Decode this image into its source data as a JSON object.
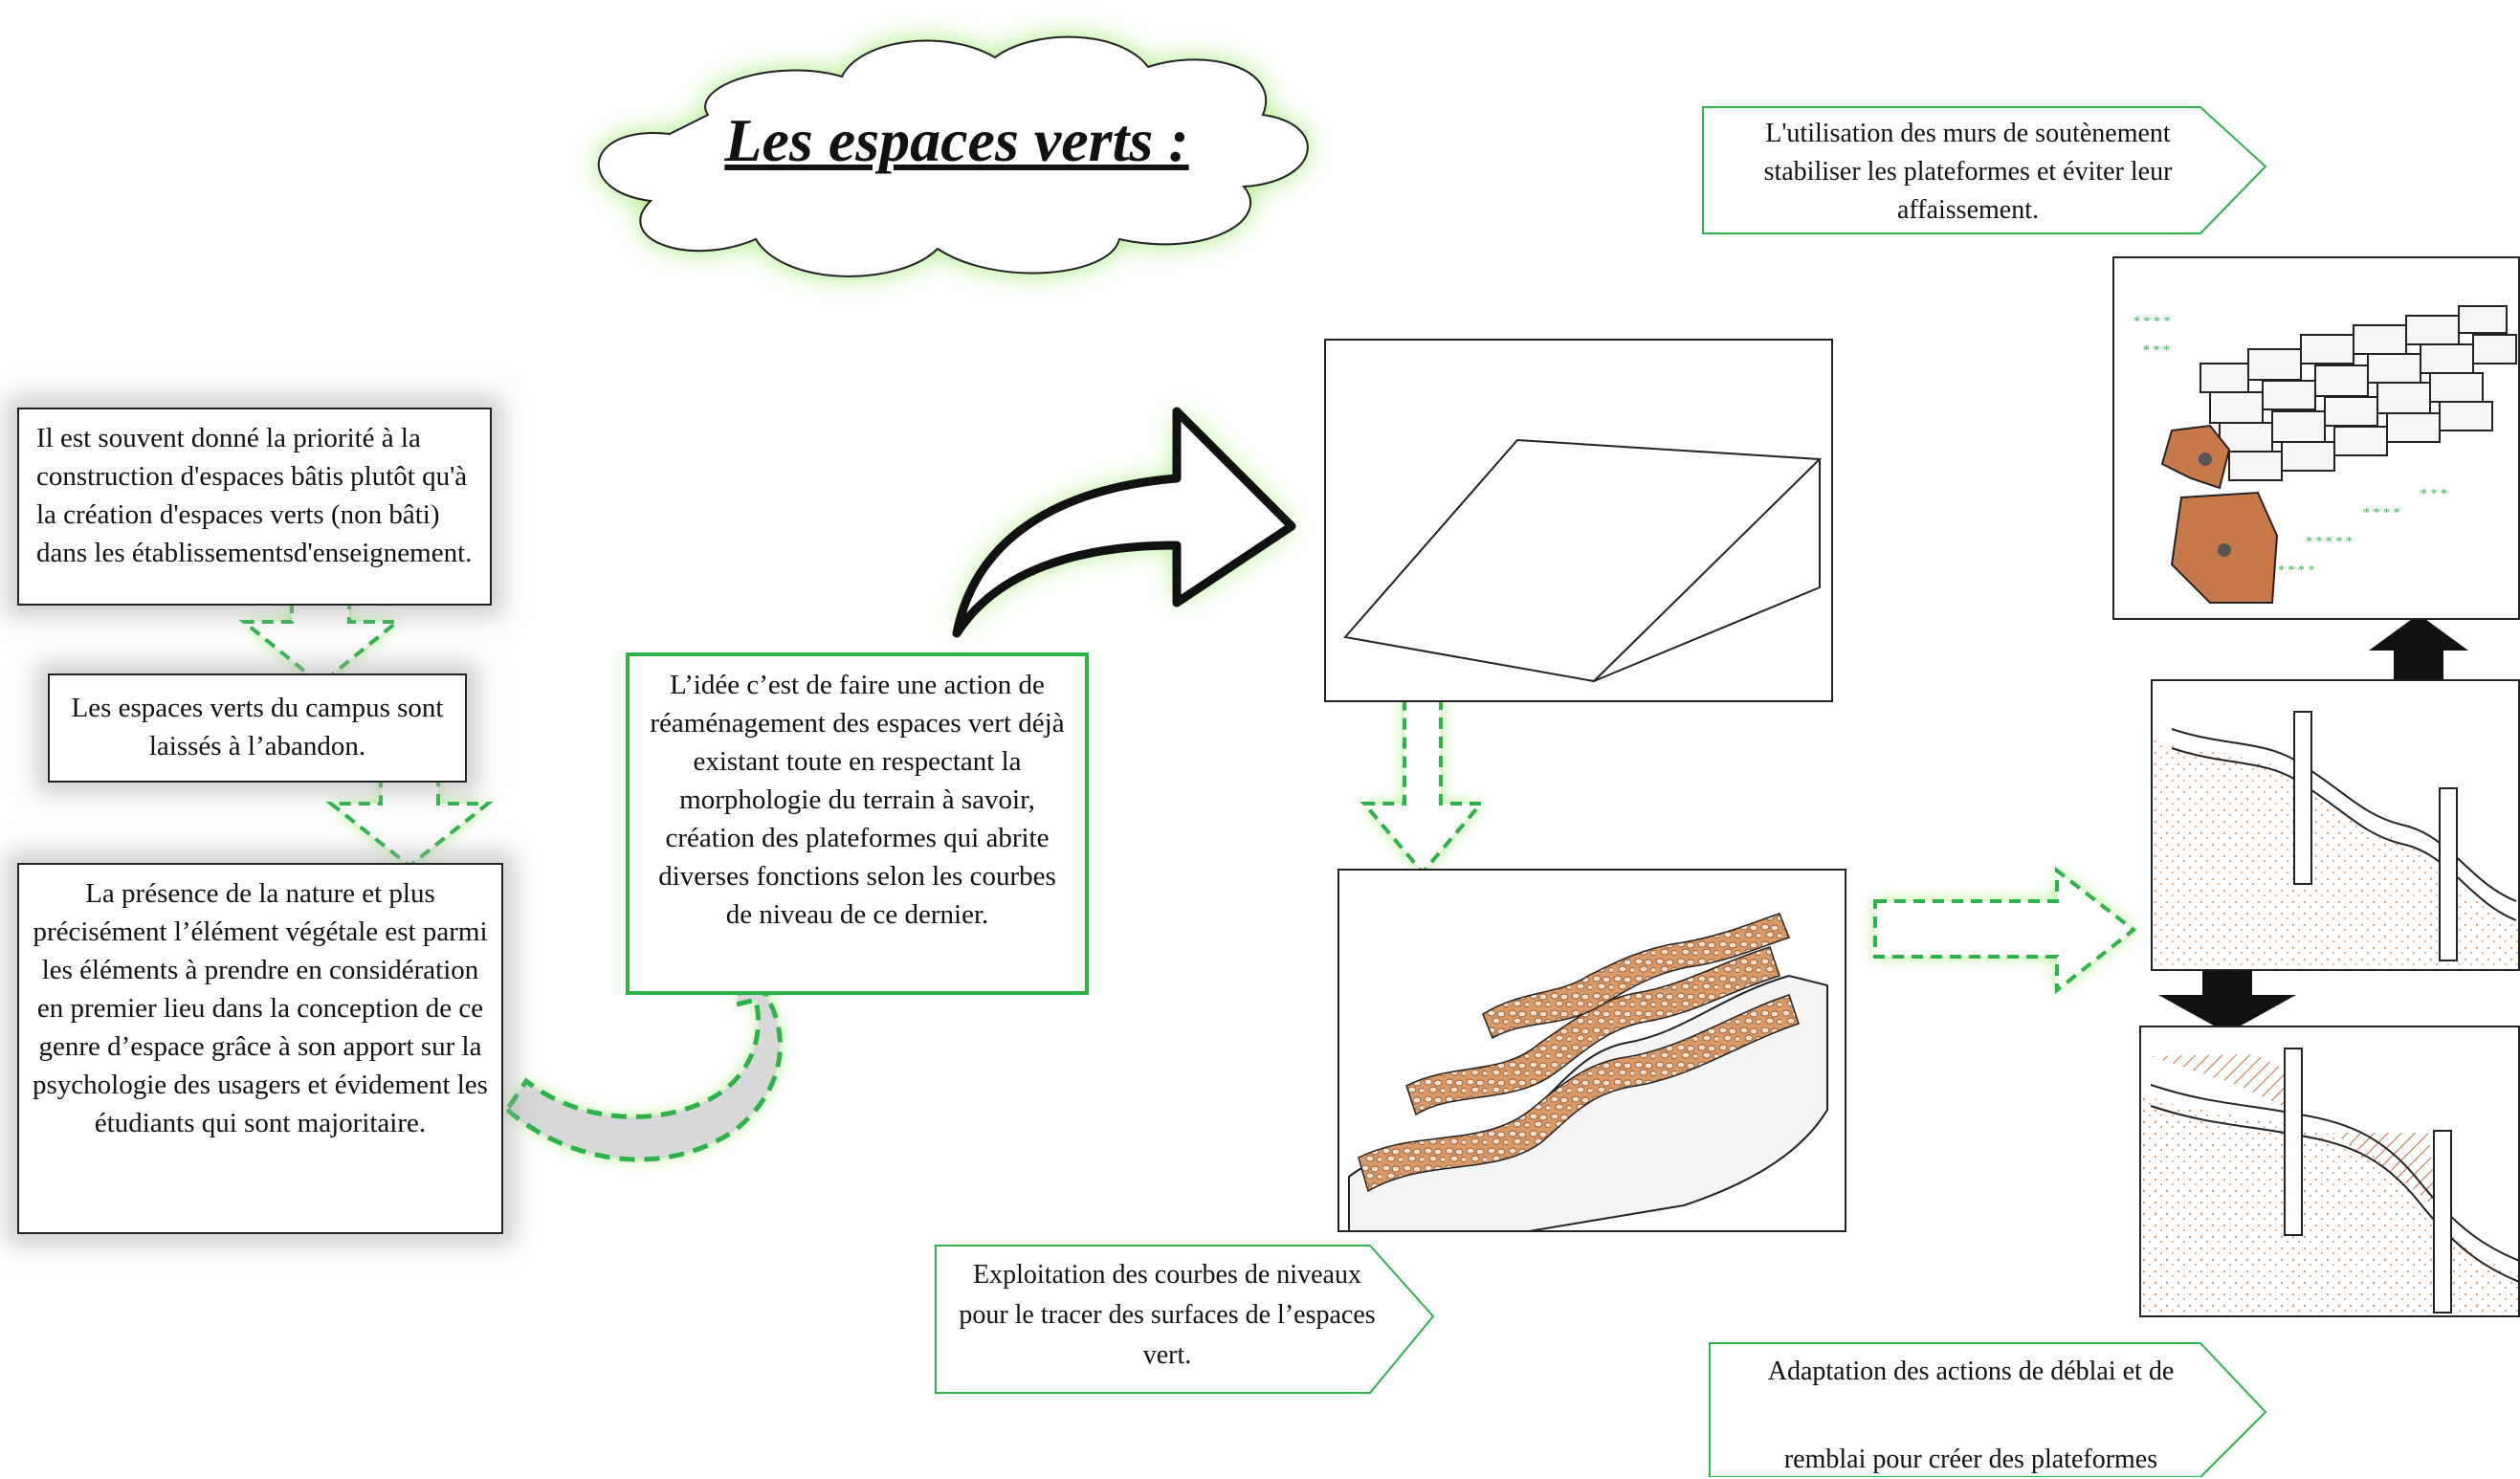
{
  "title": "Les espaces verts :",
  "boxes": {
    "priority": "Il est souvent donné la priorité à la construction d'espaces bâtis plutôt qu'à la création d'espaces verts (non bâti) dans les établissementsd'enseignement.",
    "abandon": "Les espaces verts du campus sont laissés à l’abandon.",
    "nature": "La présence de la nature et plus précisément l’élément végétale est parmi les éléments à prendre en considération en premier lieu dans la conception de ce genre d’espace grâce à son apport sur la psychologie des usagers et évidement les étudiants qui sont majoritaire.",
    "idea": "L’idée c’est de faire une action de réaménagement des espaces vert déjà existant toute en respectant la morphologie du terrain à savoir, création des plateformes qui abrite diverses fonctions selon les courbes de niveau de ce dernier."
  },
  "callouts": {
    "murs": "L'utilisation des murs de soutènement stabiliser les plateformes et éviter leur affaissement.",
    "courbes": "Exploitation des courbes de niveaux pour le tracer des surfaces de l’espaces vert.",
    "deblai_line1": "Adaptation des actions de déblai et de",
    "deblai_line2": "remblai pour créer des plateformes"
  },
  "colors": {
    "accent_green": "#2db34a",
    "glow_green": "#9be86a",
    "gravel": "#c8794a",
    "dark": "#111111"
  },
  "icons": [
    "cloud-shape",
    "curved-arrow-icon",
    "dashed-arrow-down-icon",
    "dashed-arrow-right-icon",
    "black-arrow-up-icon",
    "black-arrow-down-icon"
  ]
}
